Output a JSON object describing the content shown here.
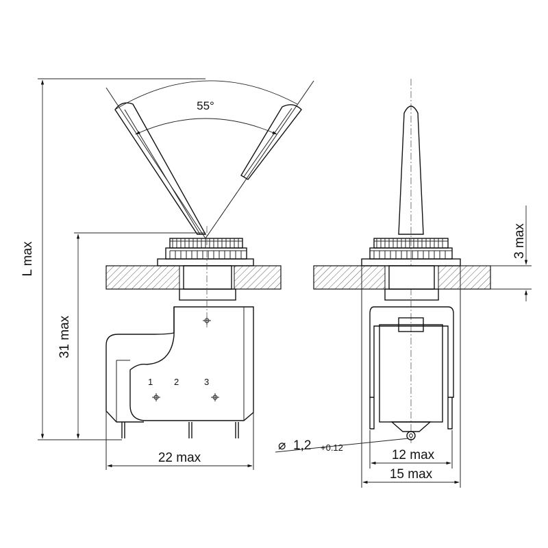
{
  "figure": {
    "angle_label": "55°",
    "length_label": "L max",
    "height_label": "31 max",
    "width_label": "22 max",
    "bushing_label": "3 max",
    "hole_label": "1,2",
    "hole_prefix": "⌀",
    "hole_tolerance": "+0.12",
    "inner_width_label": "12 max",
    "outer_width_label": "15 max",
    "terminal_numbers": [
      "1",
      "2",
      "3"
    ]
  }
}
